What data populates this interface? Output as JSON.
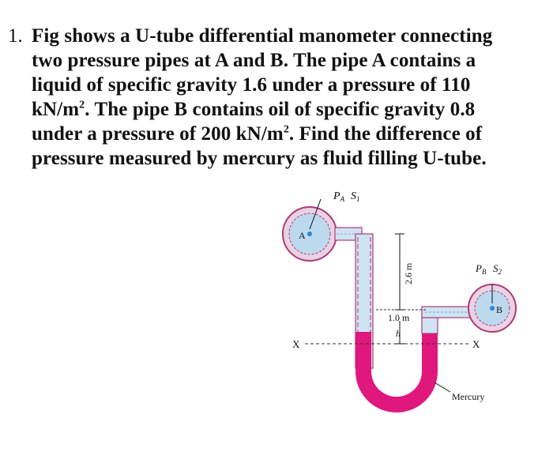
{
  "problem": {
    "number": "1.",
    "lines": [
      "Fig shows a U-tube differential manometer connecting",
      "two pressure pipes at A and B. The pipe A contains a",
      "liquid of specific gravity 1.6 under a pressure of 110",
      ". The pipe B contains oil of specific gravity 0.8",
      "under a pressure of 200 kN/m",
      "pressure measured by mercury as fluid filling U-tube."
    ],
    "line4_unit": "kN/m",
    "sup2": "2",
    "line5_tail": ". Find the difference of"
  },
  "figure": {
    "label_pa": "P",
    "label_pa_sub": "A",
    "label_s1": "S",
    "label_s1_sub": "1",
    "label_pb": "P",
    "label_pb_sub": "B",
    "label_s2": "S",
    "label_s2_sub": "2",
    "label_a": "A",
    "label_b": "B",
    "label_x_left": "X",
    "label_x_right": "X",
    "dim_26": "2.6 m",
    "dim_10": "1.0 m",
    "dim_h": "h",
    "label_mercury": "Mercury",
    "colors": {
      "pipe_fill": "#cfe3f2",
      "pipe_stroke": "#b03a7a",
      "mercury": "#e0177d",
      "liquid": "#bcd9ee"
    }
  }
}
